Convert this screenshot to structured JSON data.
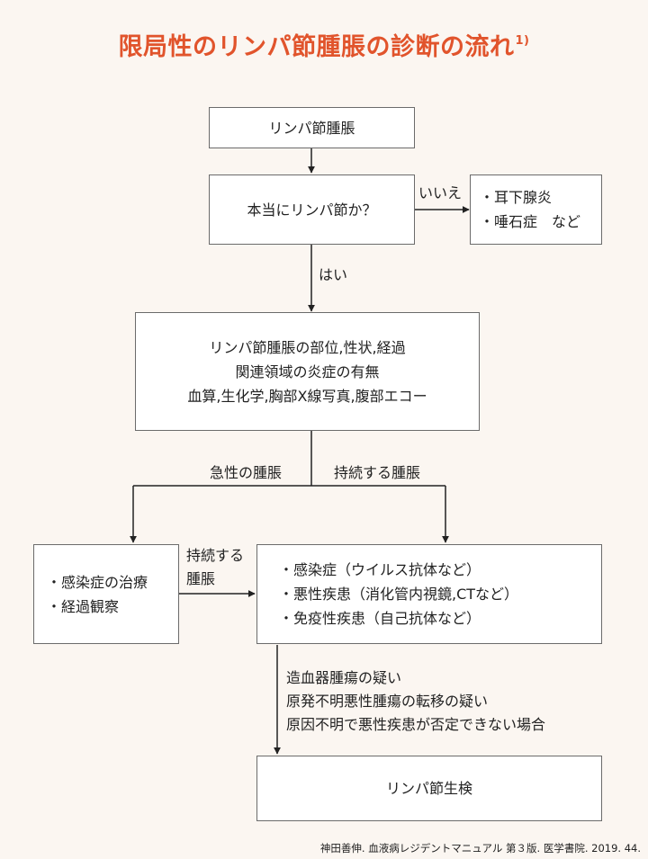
{
  "title": "限局性のリンパ節腫脹の診断の流れ",
  "title_ref": "1)",
  "nodes": {
    "start": "リンパ節腫脹",
    "question": "本当にリンパ節か？",
    "no_list": [
      "・耳下腺炎",
      "・唾石症　など"
    ],
    "workup": [
      "リンパ節腫脹の部位,性状,経過",
      "関連領域の炎症の有無",
      "血算,生化学,胸部X線写真,腹部エコー"
    ],
    "acute_list": [
      "・感染症の治療",
      "・経過観察"
    ],
    "persistent_list": [
      "・感染症（ウイルス抗体など）",
      "・悪性疾患（消化管内視鏡,CTなど）",
      "・免疫性疾患（自己抗体など）"
    ],
    "biopsy": "リンパ節生検"
  },
  "edges": {
    "no": "いいえ",
    "yes": "はい",
    "acute": "急性の腫脹",
    "persistent": "持続する腫脹",
    "persistent_side": [
      "持続する",
      "腫脹"
    ],
    "biopsy_reasons": [
      "造血器腫瘍の疑い",
      "原発不明悪性腫瘍の転移の疑い",
      "原因不明で悪性疾患が否定できない場合"
    ]
  },
  "citation": "神田善伸. 血液病レジデントマニュアル 第３版. 医学書院. 2019. 44."
}
